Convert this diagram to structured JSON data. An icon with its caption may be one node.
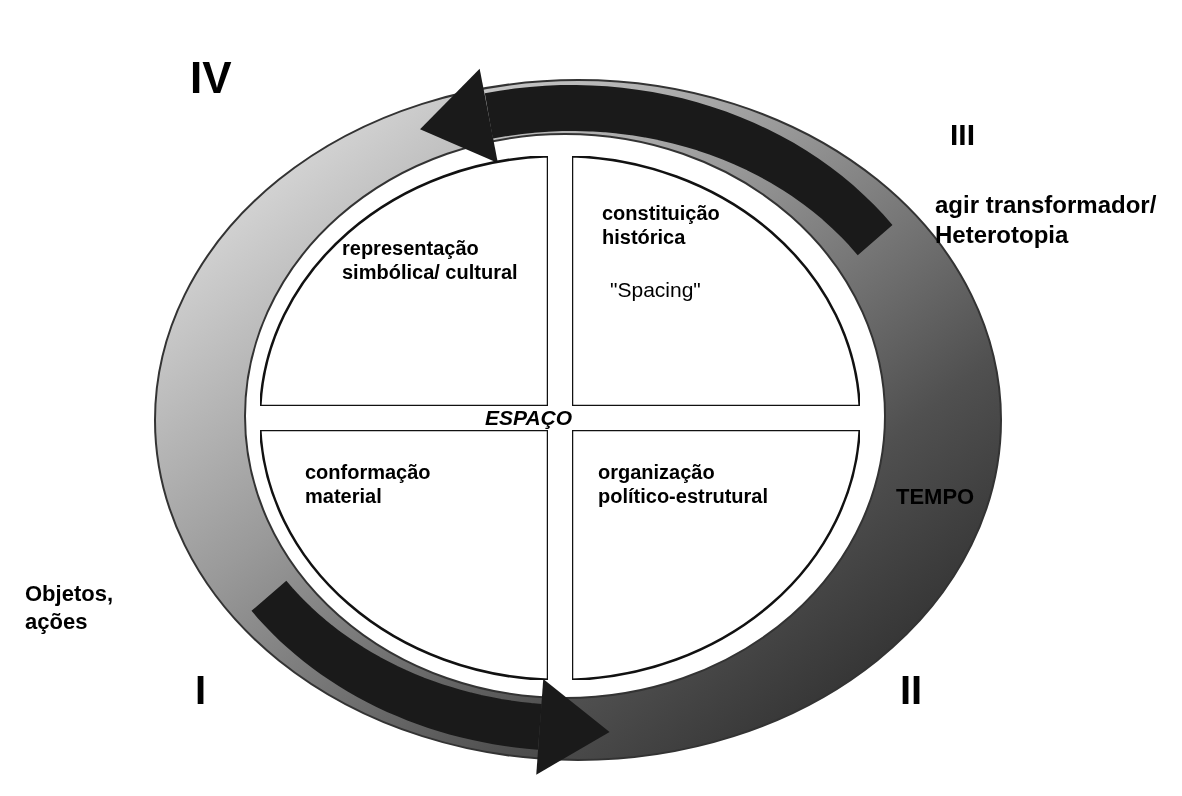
{
  "diagram": {
    "nodes": [
      {
        "text": [
          "representação simbólica/ cultural"
        ]
      },
      {
        "text": [
          "constituição histórica",
          "\"Spacing\""
        ]
      },
      {
        "text": [
          "conformação material"
        ]
      },
      {
        "text": [
          "organização político-estrutural"
        ]
      }
    ],
    "labels": [
      "IV",
      "III",
      "agir transformador/ Heterotopia",
      "ESPAÇO",
      "TEMPO",
      "Objetos, ações",
      "I",
      "II"
    ]
  }
}
